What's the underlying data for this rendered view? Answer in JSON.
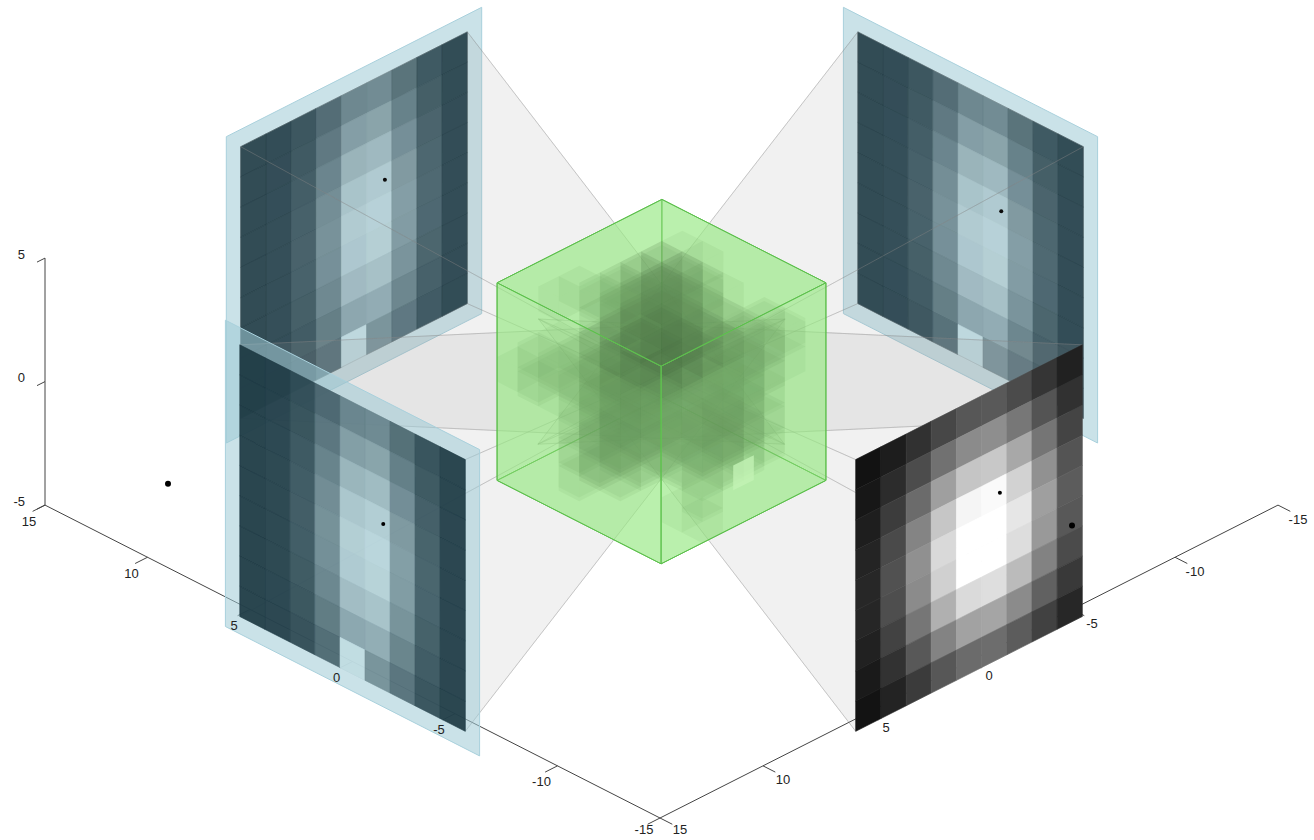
{
  "diagram": {
    "labels": [
      "5",
      "0",
      "-5",
      "15",
      "10",
      "5",
      "0",
      "-5",
      "-10",
      "-15",
      "15",
      "10",
      "5",
      "0",
      "-5",
      "-10",
      "-15"
    ]
  }
}
